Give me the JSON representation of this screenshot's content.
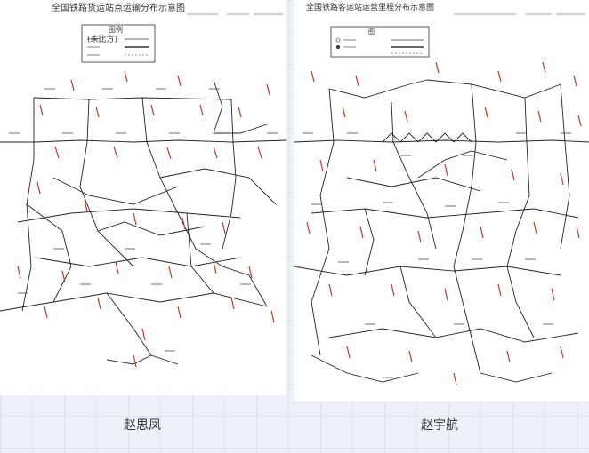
{
  "left_map": {
    "title": "全国铁路货运站点运输分布示意图",
    "subtitle": "(未比方)",
    "legend_title": "图例"
  },
  "right_map": {
    "title": "全国铁路客运站运营里程分布示意图",
    "legend_title": "图"
  },
  "captions": {
    "left": "赵思凤",
    "right": "赵宇航"
  },
  "colors": {
    "ink": "#333333",
    "red_ink": "#c0392b",
    "paper": "#ffffff",
    "grid": "#dbe3ef"
  }
}
